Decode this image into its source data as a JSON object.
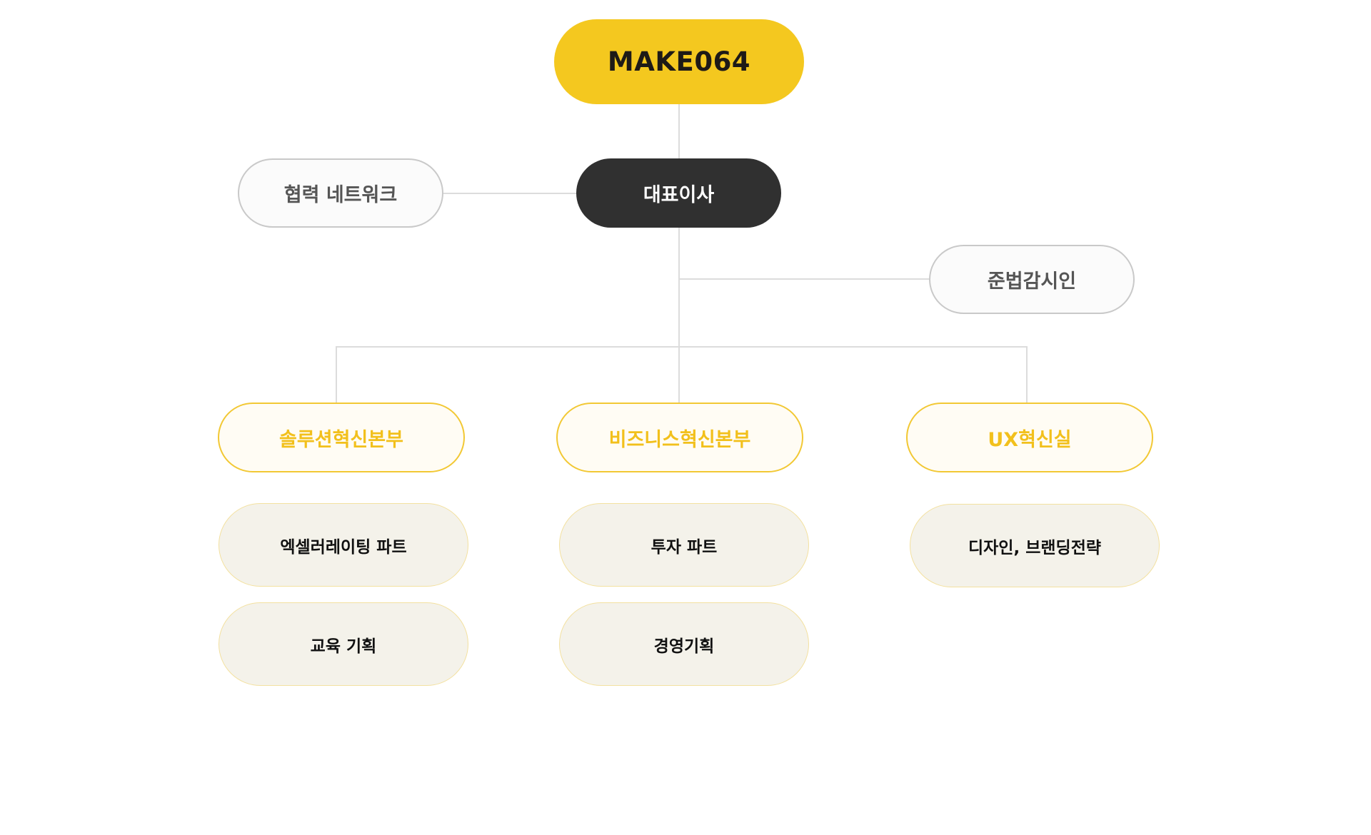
{
  "org_chart": {
    "root": {
      "label": "MAKE064"
    },
    "ceo": {
      "label": "대표이사"
    },
    "partner": {
      "label": "협력 네트워크"
    },
    "compliance": {
      "label": "준법감시인"
    },
    "departments": [
      {
        "label": "솔루션혁신본부",
        "children": [
          {
            "label": "엑셀러레이팅 파트"
          },
          {
            "label": "교육 기획"
          }
        ]
      },
      {
        "label": "비즈니스혁신본부",
        "children": [
          {
            "label": "투자 파트"
          },
          {
            "label": "경영기획"
          }
        ]
      },
      {
        "label": "UX혁신실",
        "children": [
          {
            "label": "디자인, 브랜딩전략"
          }
        ]
      }
    ]
  },
  "colors": {
    "accent_yellow": "#f4c81f",
    "ceo_dark": "#303030",
    "connector_gray": "#dcdcdc",
    "sub_bg": "#f4f2ea",
    "dept_bg": "#fffcf4"
  }
}
